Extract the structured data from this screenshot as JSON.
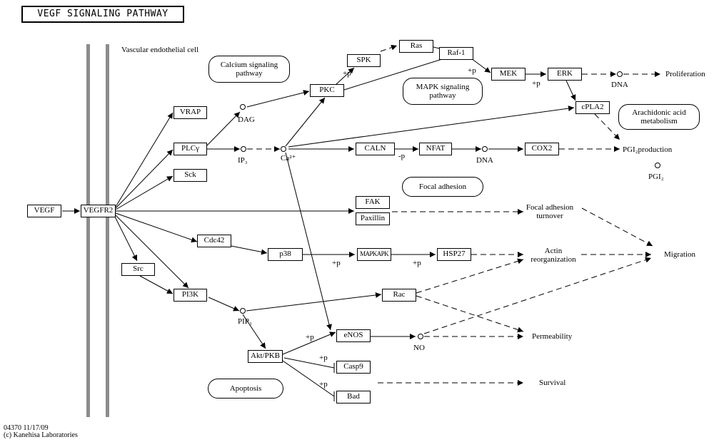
{
  "title": "VEGF SIGNALING PATHWAY",
  "cell_label": "Vascular endothelial cell",
  "nodes": {
    "vegf": "VEGF",
    "vegfr2": "VEGFR2",
    "vrap": "VRAP",
    "plcg": "PLCγ",
    "sck": "Sck",
    "cdc42": "Cdc42",
    "src": "Src",
    "pi3k": "PI3K",
    "pkc": "PKC",
    "spk": "SPK",
    "ras": "Ras",
    "raf1": "Raf-1",
    "mek": "MEK",
    "erk": "ERK",
    "cpla2": "cPLA2",
    "caln": "CALN",
    "nfat": "NFAT",
    "cox2": "COX2",
    "fak": "FAK",
    "paxillin": "Paxillin",
    "p38": "p38",
    "mapkapk": "MAPKAPK",
    "hsp27": "HSP27",
    "rac": "Rac",
    "enos": "eNOS",
    "akt": "Akt/PKB",
    "casp9": "Casp9",
    "bad": "Bad"
  },
  "maps": {
    "calcium": "Calcium signaling pathway",
    "mapk": "MAPK signaling pathway",
    "arachidonic": "Arachidonic acid metabolism",
    "focal": "Focal adhesion",
    "apoptosis": "Apoptosis"
  },
  "compounds": {
    "dag": "DAG",
    "ip3": "IP₃",
    "ca": "Ca²⁺",
    "dna_top": "DNA",
    "dna_mid": "DNA",
    "pip3": "PIP₃",
    "no": "NO",
    "pgi2": "PGI₂"
  },
  "outcomes": {
    "proliferation": "Proliferation",
    "pgi2production": "PGI₂production",
    "focal_turnover": "Focal adhesion turnover",
    "actin": "Actin reorganization",
    "migration": "Migration",
    "permeability": "Permeability",
    "survival": "Survival"
  },
  "modifiers": {
    "p_spk": "+p",
    "p_mek": "+p",
    "p_erk": "+p",
    "m_nfat": "-p",
    "p_mapkapk": "+p",
    "p_hsp27": "+p",
    "p_enos": "+p",
    "p_casp9": "+p",
    "p_bad": "+p"
  },
  "footer": {
    "line1": "04370 11/17/09",
    "line2": "(c) Kanehisa Laboratories"
  }
}
